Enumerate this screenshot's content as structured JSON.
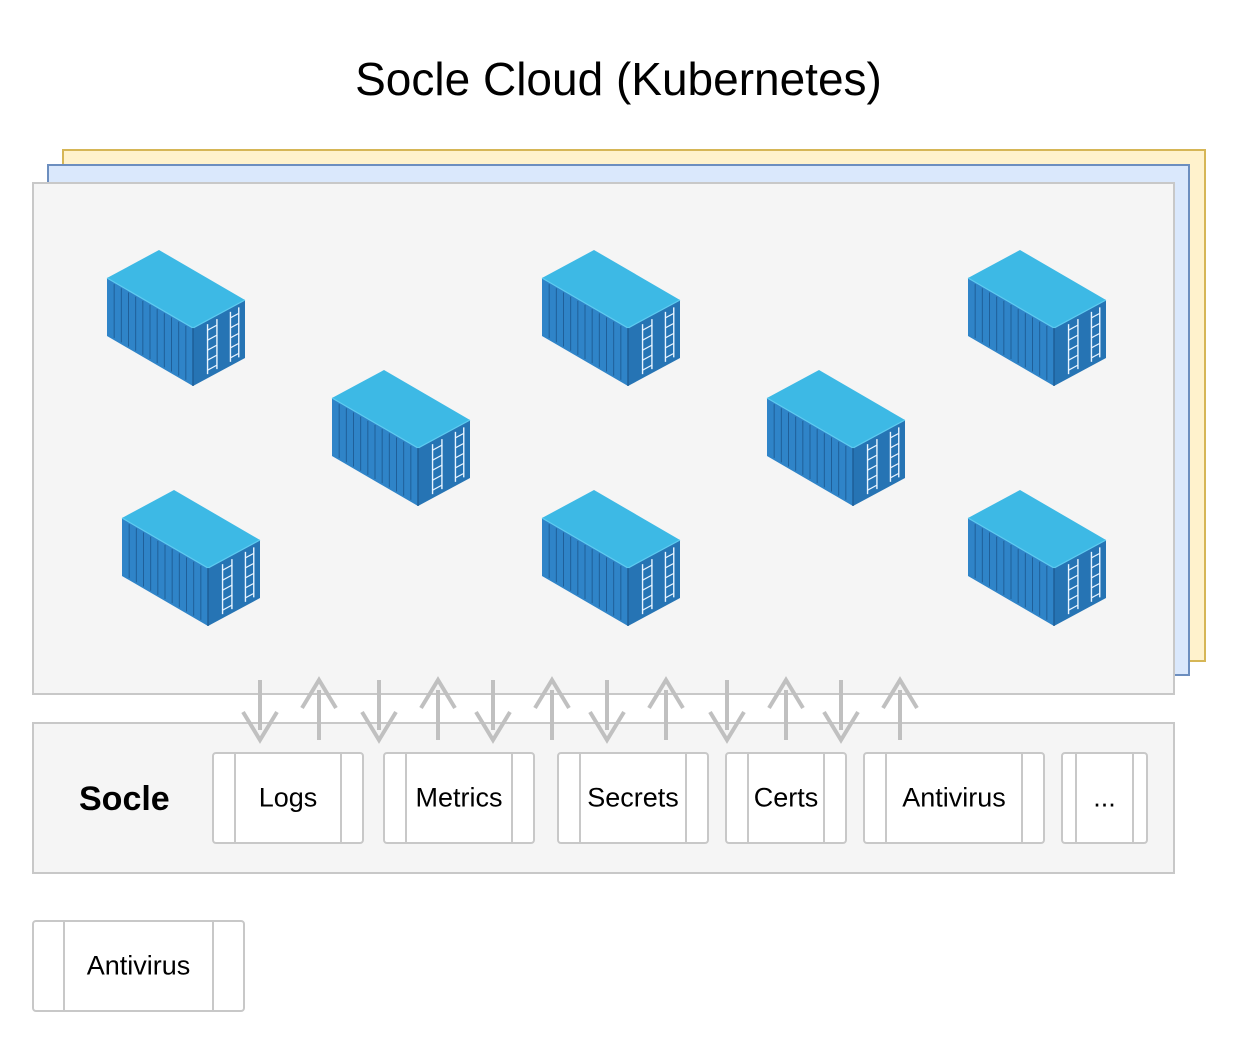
{
  "diagram": {
    "title": "Socle Cloud (Kubernetes)",
    "socle_label": "Socle",
    "socle_services": [
      "Logs",
      "Metrics",
      "Secrets",
      "Certs",
      "Antivirus",
      "..."
    ],
    "legend_service": "Antivirus",
    "container_icon": "shipping-container-icon",
    "container_count": 8,
    "arrow_pairs": 6,
    "colors": {
      "container_top": "#3db9e5",
      "container_front": "#2f84c8",
      "container_side": "#2674b4",
      "arrow": "#c0c0c0",
      "layer_yellow": "#fff2cc",
      "layer_blue": "#dae8fc",
      "layer_grey": "#f5f5f5"
    }
  }
}
